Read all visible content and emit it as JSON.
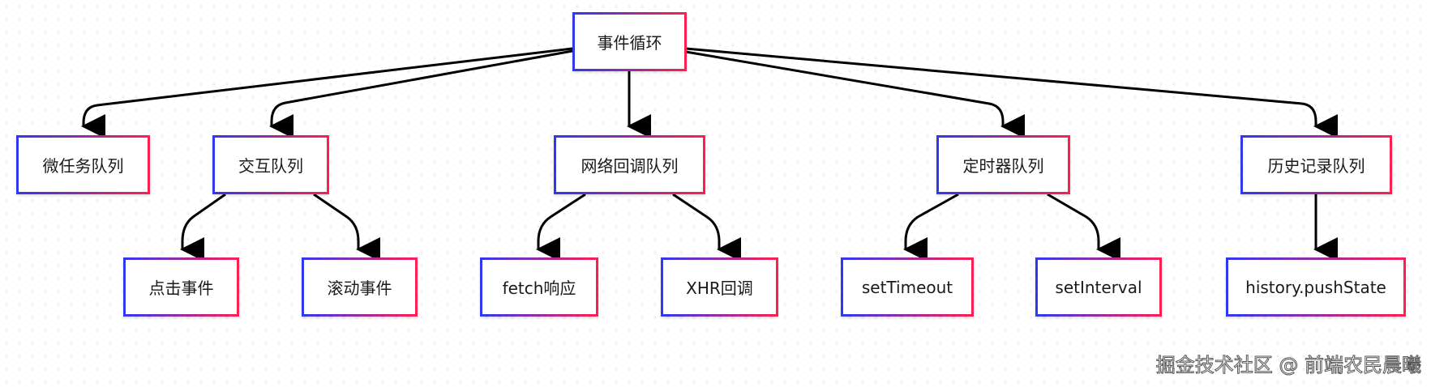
{
  "diagram": {
    "root": "事件循环",
    "queues": {
      "microtask": "微任务队列",
      "interaction": "交互队列",
      "network": "网络回调队列",
      "timer": "定时器队列",
      "history": "历史记录队列"
    },
    "events": {
      "click": "点击事件",
      "scroll": "滚动事件",
      "fetch": "fetch响应",
      "xhr": "XHR回调",
      "settimeout": "setTimeout",
      "setinterval": "setInterval",
      "pushstate": "history.pushState"
    }
  },
  "watermark": "掘金技术社区 @ 前端农民晨曦",
  "colors": {
    "border_start": "#2f38f0",
    "border_end": "#ff1f4f",
    "edge": "#000000"
  }
}
